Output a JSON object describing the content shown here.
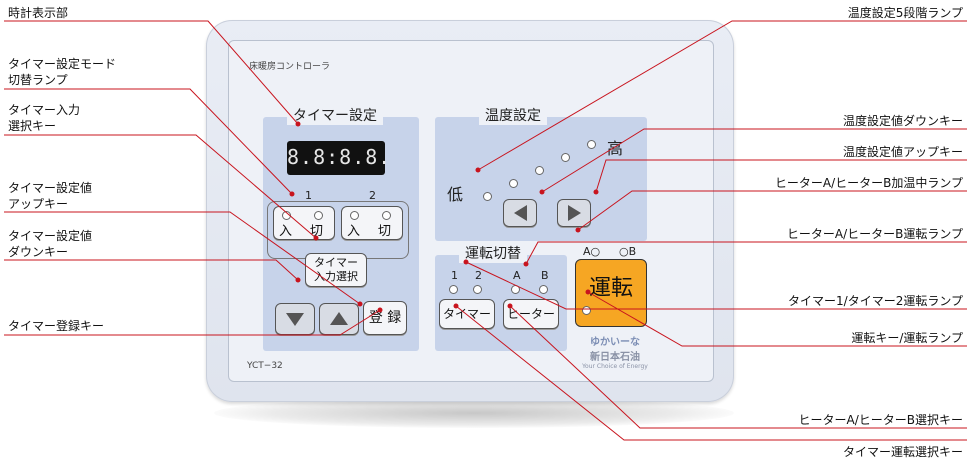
{
  "device": {
    "name": "床暖房コントローラ",
    "model": "YCT−32",
    "timer_title": "タイマー設定",
    "temp_title": "温度設定",
    "mode_title": "運転切替",
    "clock_display": "8.8:8.8.",
    "timer1_label": "1",
    "timer2_label": "2",
    "on_label": "入",
    "off_label": "切",
    "timer_input_select_label": "タイマー\n入力選択",
    "register_label": "登 録",
    "low_label": "低",
    "high_label": "高",
    "heater_a_led": "A○",
    "heater_b_led": "○B",
    "mode_1": "1",
    "mode_2": "2",
    "mode_a": "A",
    "mode_b": "B",
    "timer_key_label": "タイマー",
    "heater_key_label": "ヒーター",
    "run_label": "運転",
    "logo_text": "ゆかいーな",
    "brand": "新日本石油",
    "tagline": "Your Choice of Energy"
  },
  "callouts": {
    "clock_display": "時計表示部",
    "timer_mode_lamp_1": "タイマー設定モード",
    "timer_mode_lamp_2": "切替ランプ",
    "timer_input_select_1": "タイマー入力",
    "timer_input_select_2": "選択キー",
    "timer_up_1": "タイマー設定値",
    "timer_up_2": "アップキー",
    "timer_down_1": "タイマー設定値",
    "timer_down_2": "ダウンキー",
    "timer_register": "タイマー登録キー",
    "temp_lamp": "温度設定5段階ランプ",
    "temp_down": "温度設定値ダウンキー",
    "temp_up": "温度設定値アップキー",
    "heater_warming_lamp": "ヒーターA/ヒーターB加温中ランプ",
    "heater_run_lamp": "ヒーターA/ヒーターB運転ランプ",
    "timer_run_lamp": "タイマー1/タイマー2運転ランプ",
    "run_key": "運転キー/運転ランプ",
    "heater_select": "ヒーターA/ヒーターB選択キー",
    "timer_run_select": "タイマー運転選択キー"
  },
  "colors": {
    "leader": "#c8141e",
    "panel": "#c7d3ea",
    "run_key": "#f6a623"
  }
}
